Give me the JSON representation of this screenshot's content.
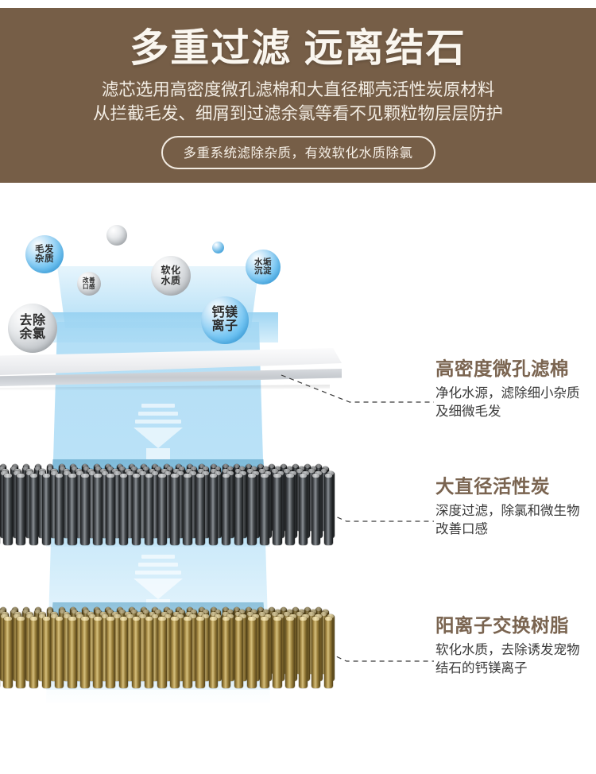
{
  "header": {
    "title": "多重过滤 远离结石",
    "subtitle_line1": "滤芯选用高密度微孔滤棉和大直径椰壳活性炭原材料",
    "subtitle_line2": "从拦截毛发、细屑到过滤余氯等看不见颗粒物层层防护",
    "pill": "多重系统滤除杂质，有效软化水质除氯",
    "bg_color": "#765E47",
    "title_color": "#FAF6EF"
  },
  "bubbles": [
    {
      "id": "hair-impurity",
      "line1": "毛发",
      "line2": "杂质",
      "style": "blue"
    },
    {
      "id": "improve-taste",
      "line1": "改善",
      "line2": "口感",
      "style": "gray"
    },
    {
      "id": "soften-water",
      "line1": "软化",
      "line2": "水质",
      "style": "gray"
    },
    {
      "id": "scale-sediment",
      "line1": "水垢",
      "line2": "沉淀",
      "style": "blue"
    },
    {
      "id": "calcium-magnesium-ion",
      "line1": "钙镁",
      "line2": "离子",
      "style": "blue"
    },
    {
      "id": "remove-residual-chlorine",
      "line1": "去除",
      "line2": "余氯",
      "style": "gray"
    }
  ],
  "callouts": [
    {
      "id": "micro-porous-cotton",
      "title": "高密度微孔滤棉",
      "desc_line1": "净化水源，滤除细小杂质",
      "desc_line2": "及细微毛发",
      "title_color": "#7A6450"
    },
    {
      "id": "activated-carbon",
      "title": "大直径活性炭",
      "desc_line1": "深度过滤，除氯和微生物",
      "desc_line2": "改善口感",
      "title_color": "#7A6450"
    },
    {
      "id": "cation-exchange-resin",
      "title": "阳离子交换树脂",
      "desc_line1": "软化水质，去除诱发宠物",
      "desc_line2": "结石的钙镁离子",
      "title_color": "#7A6450"
    }
  ],
  "layers": [
    {
      "id": "filter-cotton-layer",
      "material": "高密度微孔滤棉",
      "color": "#E3E5E8"
    },
    {
      "id": "activated-carbon-layer",
      "material": "大直径活性炭",
      "color": "#2A2D30"
    },
    {
      "id": "resin-layer",
      "material": "阳离子交换树脂",
      "color": "#9C8240"
    }
  ],
  "water": {
    "color": "#A6D9F5",
    "flow_direction": "down"
  }
}
